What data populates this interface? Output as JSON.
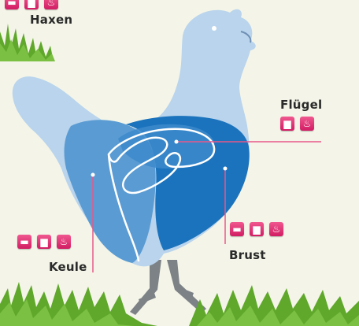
{
  "labels": {
    "haxen": "Haxen",
    "fluegel": "Flügel",
    "brust": "Brust",
    "keule": "Keule"
  },
  "icon_groups": {
    "haxen": [
      "pan-icon",
      "pot-icon",
      "grill-icon"
    ],
    "fluegel": [
      "pot-icon",
      "grill-icon"
    ],
    "brust": [
      "pan-icon",
      "pot-icon",
      "grill-icon"
    ],
    "keule": [
      "pan-icon",
      "pot-icon",
      "grill-icon"
    ]
  },
  "colors": {
    "background": "#f4f5e8",
    "chicken_body": "#b9d4ec",
    "thigh": "#5a9bd3",
    "breast": "#1b73bd",
    "wing_area": "#3c8acb",
    "leader_line": "#e8588a",
    "icon_bg": "#e23577",
    "grass": "#5fa82b",
    "legs": "#7d8287"
  }
}
